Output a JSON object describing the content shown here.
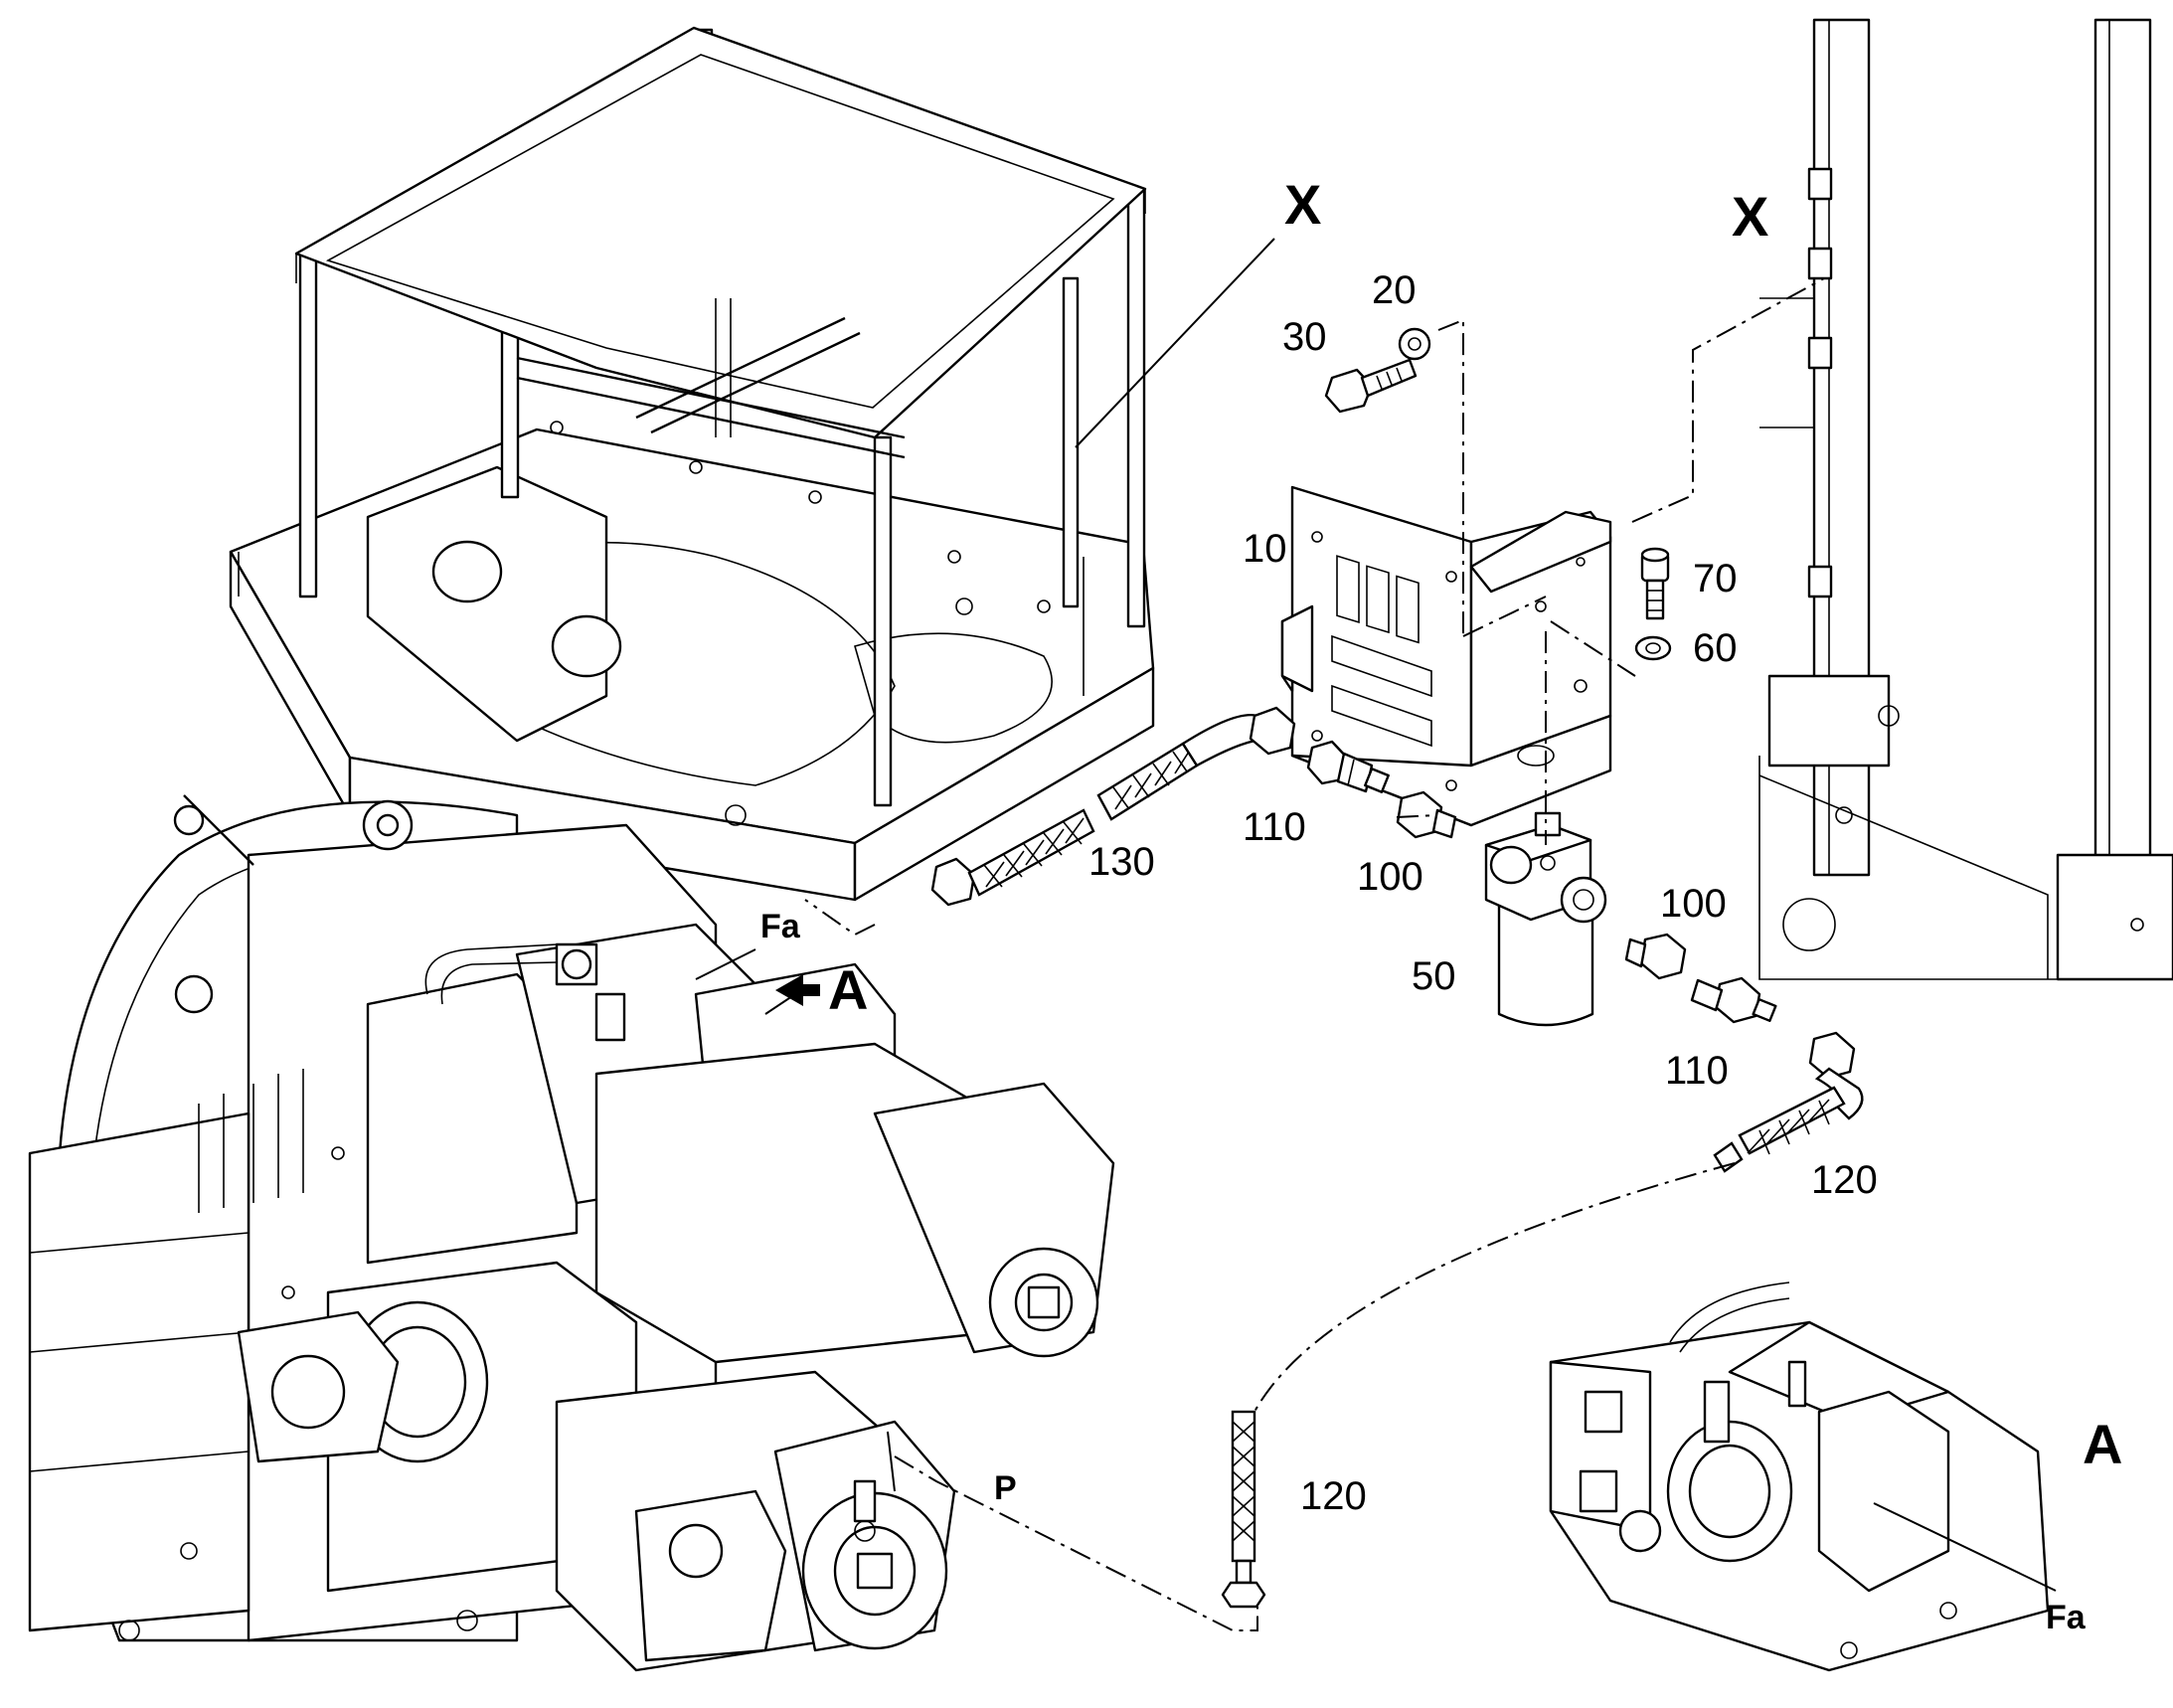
{
  "labels": {
    "x_left": "X",
    "x_right": "X",
    "part_20": "20",
    "part_30": "30",
    "part_10": "10",
    "part_70": "70",
    "part_60": "60",
    "part_130": "130",
    "part_110_upper": "110",
    "part_100_upper": "100",
    "part_50": "50",
    "part_100_lower": "100",
    "part_110_lower": "110",
    "part_120_upper": "120",
    "part_120_lower": "120",
    "fa_left": "Fa",
    "view_a_arrow": "A",
    "p_port": "P",
    "view_a_detail": "A",
    "fa_detail": "Fa"
  }
}
